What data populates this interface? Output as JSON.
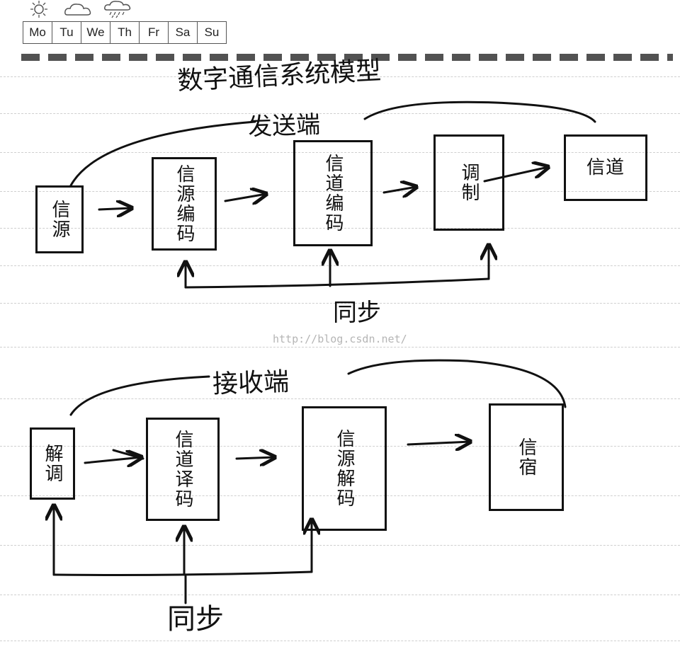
{
  "header": {
    "weather_icons": [
      "sun-icon",
      "cloud-icon",
      "rain-icon"
    ],
    "days": [
      "Mo",
      "Tu",
      "We",
      "Th",
      "Fr",
      "Sa",
      "Su"
    ]
  },
  "diagram": {
    "title": "数字通信系统模型",
    "watermark": "http://blog.csdn.net/",
    "sender": {
      "label": "发送端",
      "blocks": [
        "信源",
        "信源编码",
        "信道编码",
        "调制",
        "信道"
      ],
      "sync_label": "同步"
    },
    "receiver": {
      "label": "接收端",
      "blocks": [
        "解调",
        "信道译码",
        "信源解码",
        "信宿"
      ],
      "sync_label": "同步"
    }
  }
}
